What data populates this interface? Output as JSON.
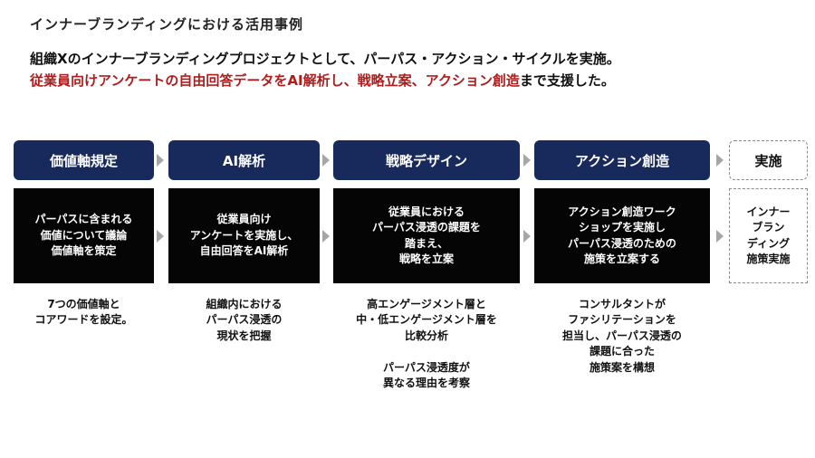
{
  "page": {
    "title": "インナーブランディングにおける活用事例",
    "lead_line1": "組織Xのインナーブランディングプロジェクトとして、パーパス・アクション・サイクルを実施。",
    "lead_line2_highlight": "従業員向けアンケートの自由回答データをAI解析し、戦略立案、アクション創造",
    "lead_line2_rest": "まで支援した。"
  },
  "steps": [
    {
      "header": "価値軸規定",
      "box": "パーパスに含まれる\n価値について議論\n価値軸を策定",
      "note": "7つの価値軸と\nコアワードを設定。"
    },
    {
      "header": "AI解析",
      "box": "従業員向け\nアンケートを実施し、\n自由回答をAI解析",
      "note": "組織内における\nパーパス浸透の\n現状を把握"
    },
    {
      "header": "戦略デザイン",
      "box": "従業員における\nパーパス浸透の課題を\n踏まえ、\n戦略を立案",
      "note": "高エンゲージメント層と\n中・低エンゲージメント層を\n比較分析\n\nパーパス浸透度が\n異なる理由を考察"
    },
    {
      "header": "アクション創造",
      "box": "アクション創造ワーク\nショップを実施し\nパーパス浸透のための\n施策を立案する",
      "note": "コンサルタントが\nファシリテーションを\n担当し、パーパス浸透の\n課題に合った\n施策案を構想"
    },
    {
      "header": "実施",
      "box": "インナー\nブラン\nディング\n施策実施",
      "note": ""
    }
  ],
  "colors": {
    "header_bg": "#182a5c",
    "box_bg": "#050505",
    "highlight_text": "#b01c1c",
    "arrow": "#a6a6a6"
  }
}
